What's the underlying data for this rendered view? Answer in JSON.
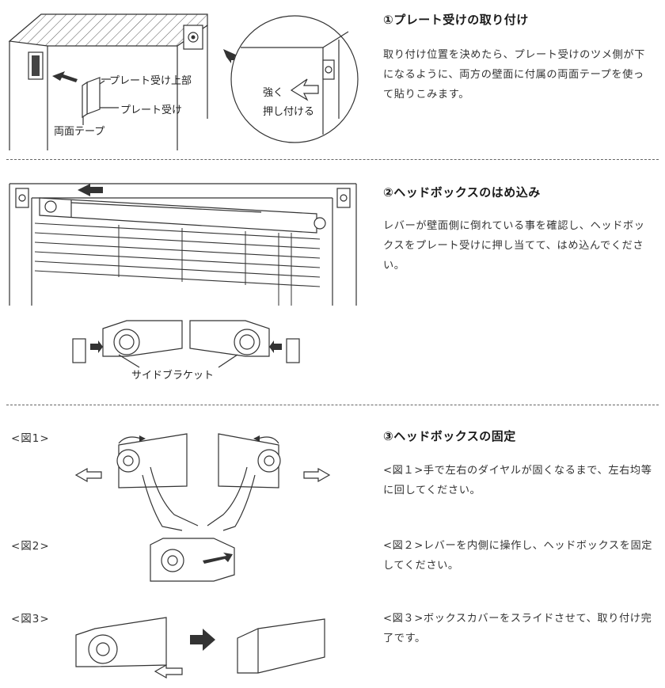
{
  "step1": {
    "title": "①プレート受けの取り付け",
    "body": "取り付け位置を決めたら、プレート受けのツメ側が下になるように、両方の壁面に付属の両面テープを使って貼りこみます。",
    "labels": {
      "plate_top": "プレート受け上部",
      "plate": "プレート受け",
      "tape": "両面テープ",
      "press_line1": "強く",
      "press_line2": "押し付ける"
    }
  },
  "step2": {
    "title": "②ヘッドボックスのはめ込み",
    "body": "レバーが壁面側に倒れている事を確認し、ヘッドボックスをプレート受けに押し当てて、はめ込んでください。",
    "labels": {
      "side_bracket": "サイドブラケット"
    }
  },
  "step3": {
    "title": "③ヘッドボックスの固定",
    "fig1_label": "<図1>",
    "fig2_label": "<図2>",
    "fig3_label": "<図3>",
    "fig1_text": "<図１>手で左右のダイヤルが固くなるまで、左右均等に回してください。",
    "fig2_text": "<図２>レバーを内側に操作し、ヘッドボックスを固定してください。",
    "fig3_text": "<図３>ボックスカバーをスライドさせて、取り付け完了です。"
  }
}
